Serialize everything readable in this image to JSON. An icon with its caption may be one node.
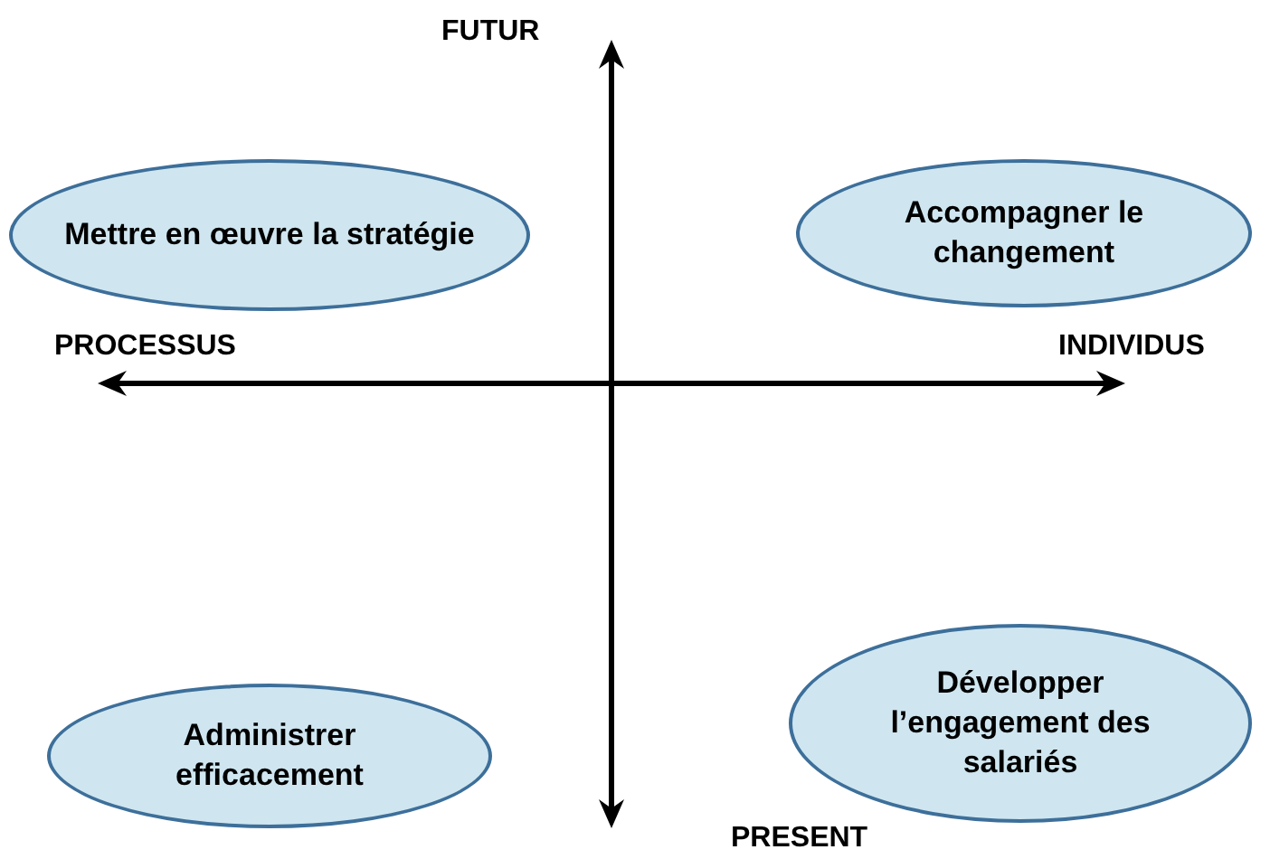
{
  "diagram": {
    "nodes": [
      {
        "text": [
          "Mettre en œuvre la stratégie"
        ]
      },
      {
        "text": [
          "Accompagner le changement"
        ]
      },
      {
        "text": [
          "Administrer efficacement"
        ]
      },
      {
        "text": [
          "Développer l’engagement des salariés"
        ]
      }
    ],
    "labels": [
      "FUTUR",
      "PROCESSUS",
      "INDIVIDUS",
      "PRESENT"
    ]
  }
}
